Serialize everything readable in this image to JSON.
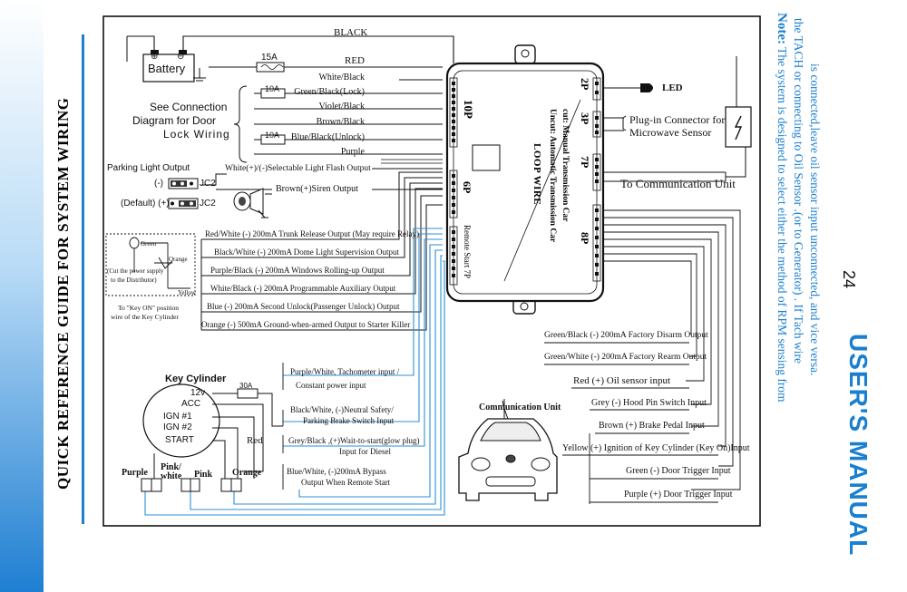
{
  "side_title": "QUICK REFERENCE GUIDE FOR SYSTEM WIRING",
  "top": {
    "black": "BLACK",
    "red": "RED",
    "battery": "Battery",
    "batt_plus": "⊕",
    "batt_minus": "⊖",
    "fuse15": "15A",
    "fuse10a": "10A",
    "fuse10b": "10A",
    "fuse30": "30A"
  },
  "door_lock": {
    "line1": "See Connection",
    "line2": "Diagram for Door",
    "line3": "Lock Wiring"
  },
  "left_wires": [
    "White/Black",
    "Green/Black(Lock)",
    "Violet/Black",
    "Brown/Black",
    "Blue/Black(Unlock)",
    "Purple",
    "White(+)/(-)Selectable Light Flash Output",
    "Brown(+)Siren Output"
  ],
  "parking": {
    "title": "Parking Light Output",
    "neg": "(-)",
    "pos": "(Default) (+)",
    "jc2a": "JC2",
    "jc2b": "JC2"
  },
  "outputs_6p": [
    "Red/White (-) 200mA Trunk Release Output (May require Relay)",
    "Black/White (-) 200mA Dome Light Supervision Output",
    "Purple/Black (-) 200mA Windows Rolling-up Output",
    "White/Black (-) 200mA Programmable Auxiliary Output",
    "Blue (-) 200mA Second Unlock(Passenger Unlock) Output",
    "Orange (-) 500mA Ground-when-armed Output to Starter Killer"
  ],
  "relay_box": {
    "green": "Green",
    "orange": "Orange",
    "yellow": "Yellow",
    "note1": "(Cut the power supply",
    "note2": "to the Distributor)",
    "key_on1": "To \"Key ON\" position",
    "key_on2": "wire of the Key Cylinder"
  },
  "module": {
    "p10": "10P",
    "p6": "6P",
    "remote_start": "Remote Start 7P",
    "loop_wire": "LOOP WIRE",
    "uncut": "Uncut: Automatic Transmission Car",
    "cut": "cut: Manual Transmission Car",
    "p2": "2P",
    "p3": "3P",
    "p7": "7P",
    "p8": "8P"
  },
  "right_top": {
    "led": "LED",
    "plug1": "Plug-in Connector for",
    "plug2": "Microwave Sensor",
    "comm_unit": "To Communication Unit"
  },
  "outputs_8p": [
    "Green/Black (-) 200mA Factory Disarm Output",
    "Green/White (-) 200mA Factory Rearm Output",
    "Red (+) Oil sensor input",
    "Grey (-) Hood Pin Switch Input",
    "Brown (+) Brake Pedal Input",
    "Yellow (+) Ignition of Key Cylinder (Key On)Input",
    "Green (-) Door Trigger Input",
    "Purple (+) Door Trigger Input"
  ],
  "remote_inputs": [
    {
      "l1": "Purple/White, Tachometer input /",
      "l2": "Constant power input"
    },
    {
      "l1": "Black/White, (-)Neutral Safety/",
      "l2": "Parking Brake Switch Input"
    },
    {
      "l1": "Grey/Black ,(+)Wait-to-start(glow plug)",
      "l2": "Input for Diesel"
    },
    {
      "l1": "Blue/White, (-)200mA Bypass",
      "l2": "Output When Remote Start"
    }
  ],
  "key_cylinder": {
    "title": "Key Cylinder",
    "positions": [
      "12v",
      "ACC",
      "IGN #1",
      "IGN #2",
      "START"
    ],
    "red": "Red",
    "purple": "Purple",
    "pink_white1": "Pink/",
    "pink_white2": "white",
    "pink": "Pink",
    "orange": "Orange"
  },
  "comm_label": "Communication Unit",
  "note": {
    "label": "Note:",
    "text1": "The system is designed to select either the method of RPM sensing from",
    "text2": "the TACH or connecting to Oil Sensor .(or  to  Generator) . If Tach wire",
    "text3": "is connected,leave oil sensor input unconnected, and vice versa."
  },
  "page_number": "24",
  "manual_title": "USER'S MANUAL",
  "colors": {
    "accent_blue": "#1a7fd0",
    "line": "#111111",
    "wire_blue": "#2b8fd6"
  }
}
